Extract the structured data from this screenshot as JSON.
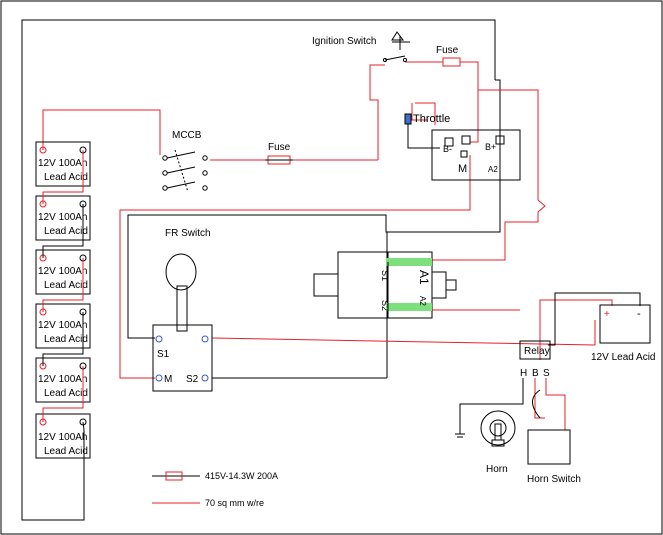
{
  "labels": {
    "ignition_switch": "Ignition Switch",
    "fuse_top": "Fuse",
    "throttle": "Throttle",
    "mccb": "MCCB",
    "fuse_mid": "Fuse",
    "fr_switch": "FR Switch",
    "battery_12v_lead_acid": "12V Lead Acid",
    "relay": "Relay",
    "horn": "Horn",
    "horn_switch": "Horn Switch"
  },
  "batteries": [
    {
      "line1": "12V 100Ah",
      "line2": "Lead Acid"
    },
    {
      "line1": "12V 100Ah",
      "line2": "Lead Acid"
    },
    {
      "line1": "12V 100Ah",
      "line2": "Lead Acid"
    },
    {
      "line1": "12V 100Ah",
      "line2": "Lead Acid"
    },
    {
      "line1": "12V 100Ah",
      "line2": "Lead Acid"
    },
    {
      "line1": "12V 100Ah",
      "line2": "Lead Acid"
    }
  ],
  "controller": {
    "b_minus": "B-",
    "b_plus": "B+",
    "m": "M",
    "a2": "A2"
  },
  "motor": {
    "s1": "S1",
    "s2": "S2",
    "a1": "A1",
    "a2": "A2"
  },
  "fr_terminals": {
    "s1": "S1",
    "m": "M",
    "s2": "S2"
  },
  "relay_pins": {
    "h": "H",
    "b": "B",
    "s": "S"
  },
  "battery_symbol": {
    "plus": "+",
    "minus": "-"
  },
  "legend": {
    "fuse_text": "415V-14.3W 200A",
    "wire_text": "70 sq mm w/re"
  },
  "colors": {
    "wire_red": "#e8202a",
    "wire_black": "#000000",
    "field_green": "#7de07d"
  }
}
